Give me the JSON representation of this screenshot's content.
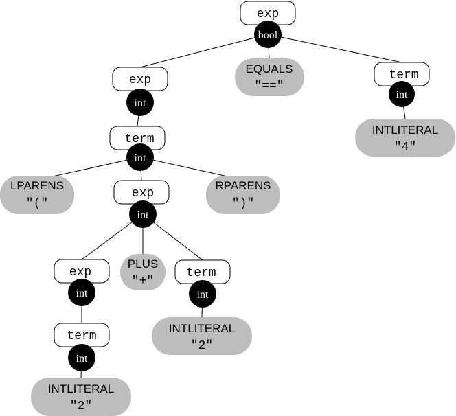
{
  "nodes": {
    "root": {
      "label": "exp",
      "type": "bool"
    },
    "equals": {
      "token": "EQUALS",
      "lexeme": "\"==\""
    },
    "term_r": {
      "label": "term",
      "type": "int"
    },
    "lit4": {
      "token": "INTLITERAL",
      "lexeme": "\"4\""
    },
    "exp_l": {
      "label": "exp",
      "type": "int"
    },
    "term_l": {
      "label": "term",
      "type": "int"
    },
    "lparens": {
      "token": "LPARENS",
      "lexeme": "\"(\""
    },
    "exp_m": {
      "label": "exp",
      "type": "int"
    },
    "rparens": {
      "token": "RPARENS",
      "lexeme": "\")\""
    },
    "exp_ll": {
      "label": "exp",
      "type": "int"
    },
    "plus": {
      "token": "PLUS",
      "lexeme": "\"+\""
    },
    "term_m": {
      "label": "term",
      "type": "int"
    },
    "lit2a": {
      "token": "INTLITERAL",
      "lexeme": "\"2\""
    },
    "term_ll": {
      "label": "term",
      "type": "int"
    },
    "lit2b": {
      "token": "INTLITERAL",
      "lexeme": "\"2\""
    }
  }
}
